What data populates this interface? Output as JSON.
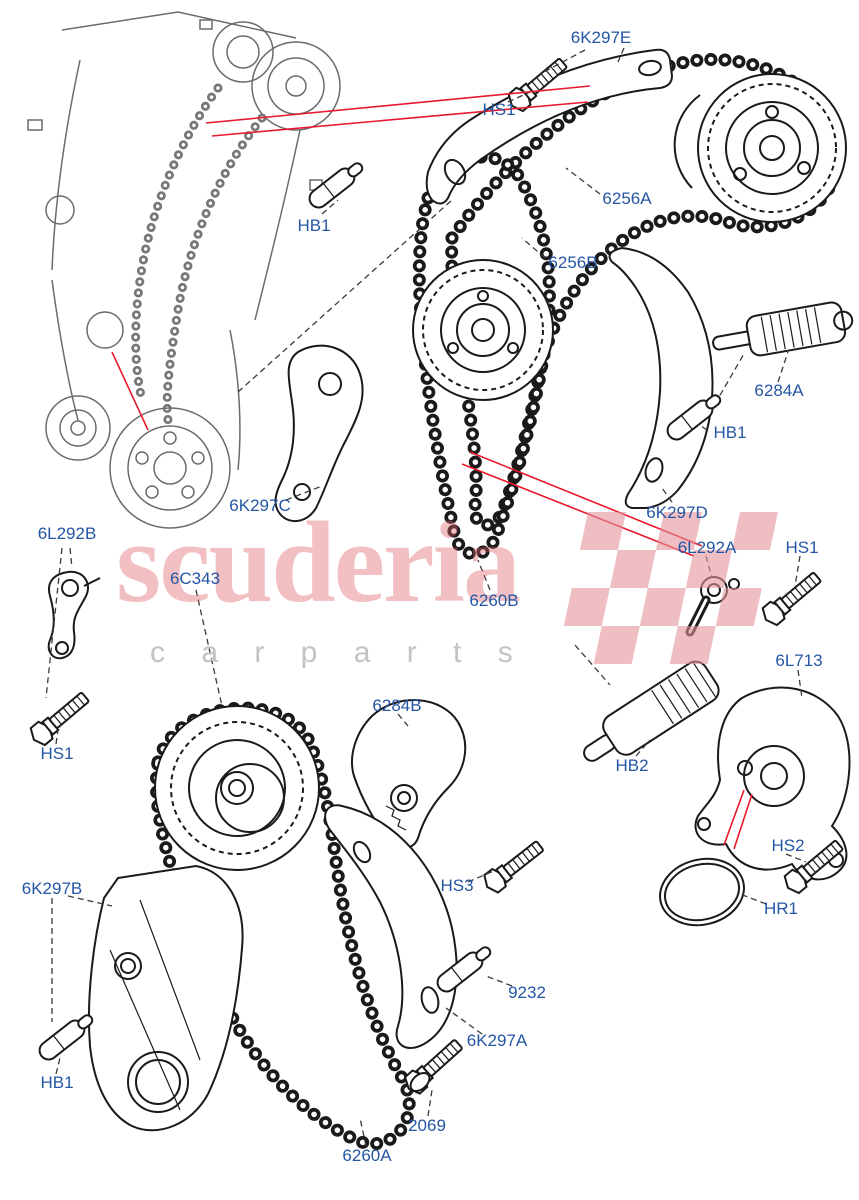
{
  "watermark": {
    "brand": "scuderia",
    "tagline": "c a r p a r t s"
  },
  "colors": {
    "label_blue": "#2456a4",
    "leader_red": "#e8192c",
    "watermark_pink": "#de5f69",
    "line_black": "#1a1a1a"
  },
  "callouts": [
    {
      "text": "6K297E"
    },
    {
      "text": "HS1"
    },
    {
      "text": "HB1"
    },
    {
      "text": "6256A"
    },
    {
      "text": "6256B"
    },
    {
      "text": "6284A"
    },
    {
      "text": "HB1"
    },
    {
      "text": "6K297D"
    },
    {
      "text": "6K297C"
    },
    {
      "text": "6L292B"
    },
    {
      "text": "6C343"
    },
    {
      "text": "6260B"
    },
    {
      "text": "6L292A"
    },
    {
      "text": "HS1"
    },
    {
      "text": "6L713"
    },
    {
      "text": "6284B"
    },
    {
      "text": "HB2"
    },
    {
      "text": "HS1"
    },
    {
      "text": "HS3"
    },
    {
      "text": "HS2"
    },
    {
      "text": "HR1"
    },
    {
      "text": "6K297B"
    },
    {
      "text": "9232"
    },
    {
      "text": "6K297A"
    },
    {
      "text": "HB1"
    },
    {
      "text": "2069"
    },
    {
      "text": "6260A"
    }
  ]
}
